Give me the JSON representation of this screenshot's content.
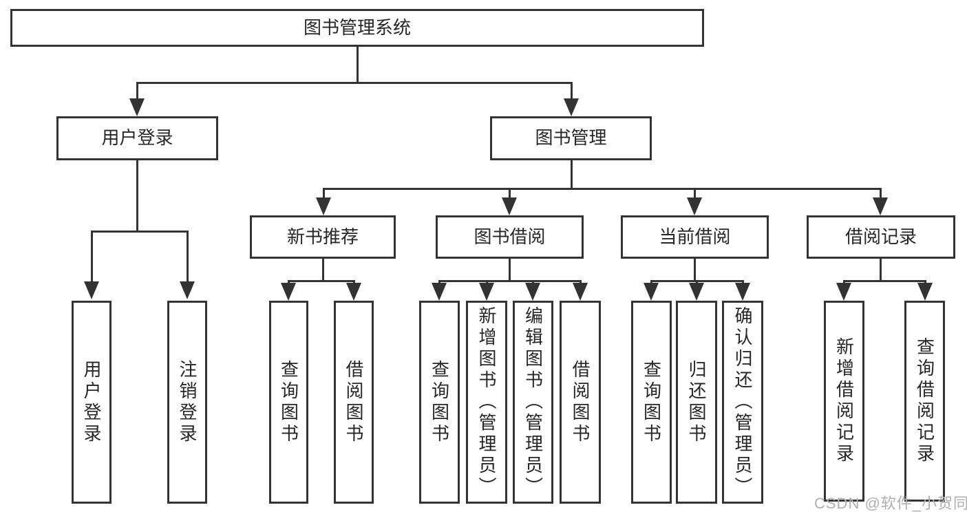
{
  "watermark": "CSDN @软件_小贺同学",
  "nodes": {
    "root": "图书管理系统",
    "login": "用户登录",
    "mgmt": "图书管理",
    "sections": [
      "新书推荐",
      "图书借阅",
      "当前借阅",
      "借阅记录"
    ],
    "login_children": [
      "用户登录",
      "注销登录"
    ],
    "rec_children": [
      "查询图书",
      "借阅图书"
    ],
    "borrow_children": [
      "查询图书",
      "新增图书（管理员）",
      "编辑图书（管理员）",
      "借阅图书"
    ],
    "current_children": [
      "查询图书",
      "归还图书",
      "确认归还（管理员）"
    ],
    "records_children": [
      "新增借阅记录",
      "查询借阅记录"
    ]
  }
}
